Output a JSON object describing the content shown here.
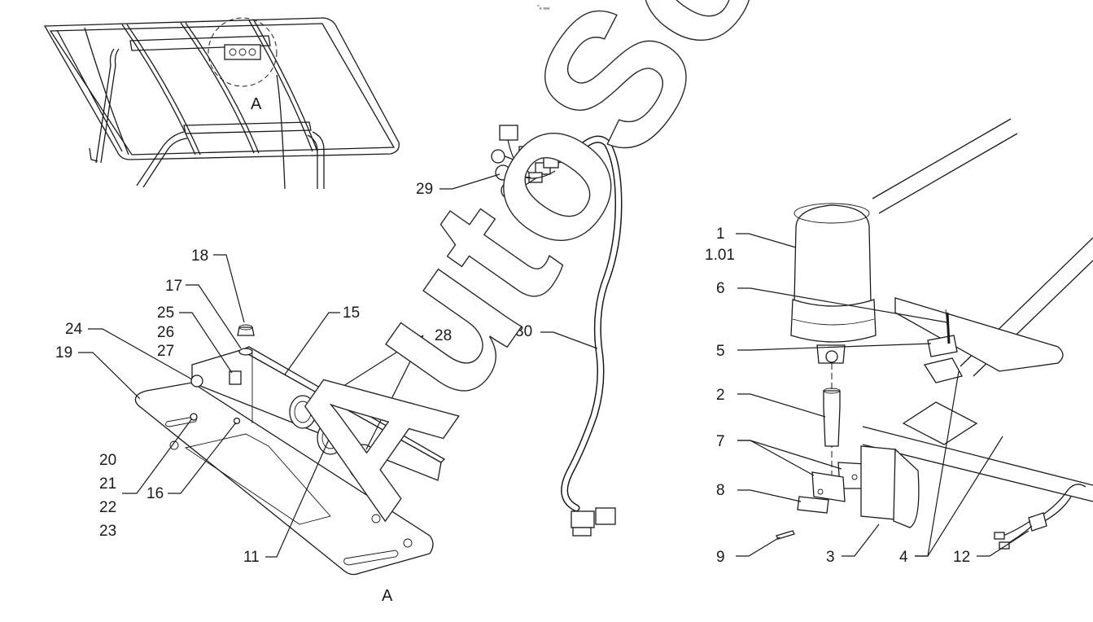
{
  "watermark": "AutoSoft",
  "top_mark": "°ₐ ₐₐₐ",
  "views": {
    "detail_callout": "A",
    "detail_caption": "A"
  },
  "labels": {
    "l1": "1",
    "l101": "1.01",
    "l2": "2",
    "l3": "3",
    "l4": "4",
    "l5": "5",
    "l6": "6",
    "l7": "7",
    "l8": "8",
    "l9": "9",
    "l11": "11",
    "l12": "12",
    "l15": "15",
    "l16": "16",
    "l17": "17",
    "l18": "18",
    "l19": "19",
    "l20": "20",
    "l21": "21",
    "l22": "22",
    "l23": "23",
    "l24": "24",
    "l25": "25",
    "l26": "26",
    "l27": "27",
    "l28": "28",
    "l29": "29",
    "l30": "30"
  }
}
